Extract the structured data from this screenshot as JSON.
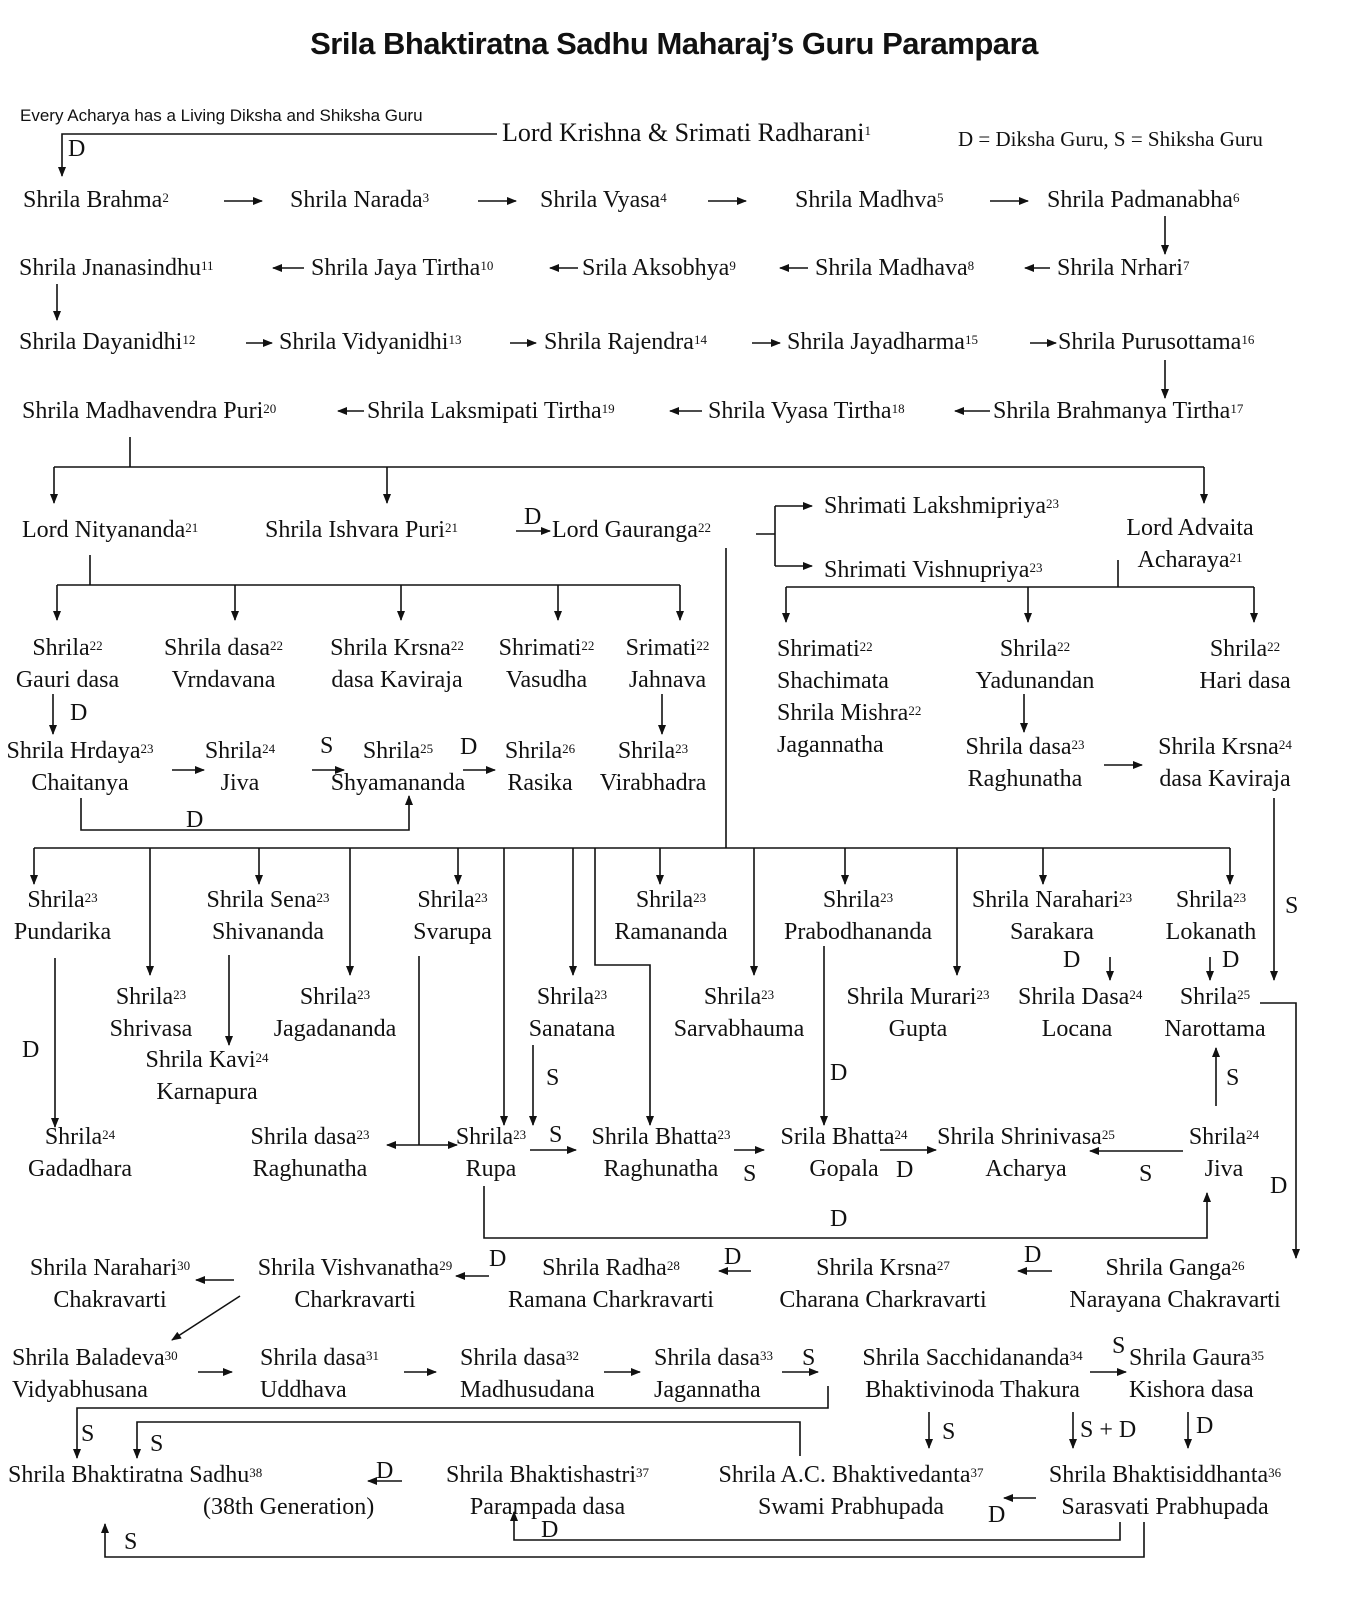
{
  "title": "Srila Bhaktiratna Sadhu Maharaj’s Guru Parampara",
  "note": "Every Acharya has a Living Diksha and Shiksha Guru",
  "legend": "D = Diksha Guru, S = Shiksha Guru",
  "colors": {
    "background": "#ffffff",
    "text": "#111111",
    "lines": "#111111"
  },
  "nodes": {
    "krishna": {
      "name": "Lord Krishna & Srimati Radharani",
      "gen": "1"
    },
    "brahma": {
      "name": "Shrila Brahma",
      "gen": "2"
    },
    "narada": {
      "name": "Shrila Narada",
      "gen": "3"
    },
    "vyasa": {
      "name": "Shrila Vyasa",
      "gen": "4"
    },
    "madhva": {
      "name": "Shrila Madhva",
      "gen": "5"
    },
    "padmanabha": {
      "name": "Shrila Padmanabha",
      "gen": "6"
    },
    "nrhari": {
      "name": "Shrila Nrhari",
      "gen": "7"
    },
    "madhava": {
      "name": "Shrila Madhava",
      "gen": "8"
    },
    "aksobhya": {
      "name": "Srila Aksobhya",
      "gen": "9"
    },
    "jayatirtha": {
      "name": "Shrila Jaya Tirtha",
      "gen": "10"
    },
    "jnanasindhu": {
      "name": "Shrila Jnanasindhu",
      "gen": "11"
    },
    "dayanidhi": {
      "name": "Shrila Dayanidhi",
      "gen": "12"
    },
    "vidyanidhi": {
      "name": "Shrila Vidyanidhi",
      "gen": "13"
    },
    "rajendra": {
      "name": "Shrila Rajendra",
      "gen": "14"
    },
    "jayadharma": {
      "name": "Shrila Jayadharma",
      "gen": "15"
    },
    "purusottama": {
      "name": "Shrila Purusottama",
      "gen": "16"
    },
    "brahmanya": {
      "name": "Shrila Brahmanya Tirtha",
      "gen": "17"
    },
    "vyasatirtha": {
      "name": "Shrila Vyasa Tirtha",
      "gen": "18"
    },
    "laksmipati": {
      "name": "Shrila Laksmipati Tirtha",
      "gen": "19"
    },
    "madhavendra": {
      "name": "Shrila Madhavendra Puri",
      "gen": "20"
    },
    "nityananda": {
      "name": "Lord Nityananda",
      "gen": "21"
    },
    "ishvara": {
      "name": "Shrila Ishvara Puri",
      "gen": "21"
    },
    "gauranga": {
      "name": "Lord Gauranga",
      "gen": "22"
    },
    "lakshmipriya": {
      "name": "Shrimati Lakshmipriya",
      "gen": "23"
    },
    "vishnupriya": {
      "name": "Shrimati Vishnupriya",
      "gen": "23"
    },
    "advaita": {
      "line1": "Lord Advaita",
      "line2": "Acharaya",
      "gen": "21"
    },
    "gauridasa": {
      "line1": "Shrila",
      "line2": "Gauri dasa",
      "gen": "22"
    },
    "vrndavana": {
      "line1": "Shrila dasa",
      "line2": "Vrndavana",
      "gen": "22"
    },
    "krsnadasa22": {
      "line1": "Shrila Krsna",
      "line2": "dasa Kaviraja",
      "gen": "22"
    },
    "vasudha": {
      "line1": "Shrimati",
      "line2": "Vasudha",
      "gen": "22"
    },
    "jahnava": {
      "line1": "Srimati",
      "line2": "Jahnava",
      "gen": "22"
    },
    "shachimata": {
      "line1": "Shrimati",
      "line2": "Shachimata",
      "line3": "Shrila Mishra",
      "line4": "Jagannatha",
      "gen": "22",
      "gen2": "22"
    },
    "yadunandan": {
      "line1": "Shrila",
      "line2": "Yadunandan",
      "gen": "22"
    },
    "haridasa": {
      "line1": "Shrila",
      "line2": "Hari dasa",
      "gen": "22"
    },
    "hrdaya": {
      "line1": "Shrila Hrdaya",
      "line2": "Chaitanya",
      "gen": "23"
    },
    "jiva24a": {
      "line1": "Shrila",
      "line2": "Jiva",
      "gen": "24"
    },
    "shyamananda": {
      "line1": "Shrila",
      "line2": "Shyamananda",
      "gen": "25"
    },
    "rasika": {
      "line1": "Shrila",
      "line2": "Rasika",
      "gen": "26"
    },
    "virabhadra": {
      "line1": "Shrila",
      "line2": "Virabhadra",
      "gen": "23"
    },
    "raghunathadasa23a": {
      "line1": "Shrila dasa",
      "line2": "Raghunatha",
      "gen": "23"
    },
    "krsnadasa24": {
      "line1": "Shrila Krsna",
      "line2": "dasa Kaviraja",
      "gen": "24"
    },
    "pundarika": {
      "line1": "Shrila",
      "line2": "Pundarika",
      "gen": "23"
    },
    "shivananda": {
      "line1": "Shrila Sena",
      "line2": "Shivananda",
      "gen": "23"
    },
    "svarupa": {
      "line1": "Shrila",
      "line2": "Svarupa",
      "gen": "23"
    },
    "ramananda": {
      "line1": "Shrila",
      "line2": "Ramananda",
      "gen": "23"
    },
    "prabodhananda": {
      "line1": "Shrila",
      "line2": "Prabodhananda",
      "gen": "23"
    },
    "narahari23": {
      "line1": "Shrila Narahari",
      "line2": "Sarakara",
      "gen": "23"
    },
    "lokanath": {
      "line1": "Shrila",
      "line2": "Lokanath",
      "gen": "23"
    },
    "shrivasa": {
      "line1": "Shrila",
      "line2": "Shrivasa",
      "gen": "23"
    },
    "jagadananda": {
      "line1": "Shrila",
      "line2": "Jagadananda",
      "gen": "23"
    },
    "karnapura": {
      "line1": "Shrila Kavi",
      "line2": "Karnapura",
      "gen": "24"
    },
    "sanatana": {
      "line1": "Shrila",
      "line2": "Sanatana",
      "gen": "23"
    },
    "sarvabhauma": {
      "line1": "Shrila",
      "line2": "Sarvabhauma",
      "gen": "23"
    },
    "murari": {
      "line1": "Shrila Murari",
      "line2": "Gupta",
      "gen": "23"
    },
    "locana": {
      "line1": "Shrila Dasa",
      "line2": "Locana",
      "gen": "24"
    },
    "narottama": {
      "line1": "Shrila",
      "line2": "Narottama",
      "gen": "25"
    },
    "gadadhara": {
      "line1": "Shrila",
      "line2": "Gadadhara",
      "gen": "24"
    },
    "raghunathadasa23b": {
      "line1": "Shrila dasa",
      "line2": "Raghunatha",
      "gen": "23"
    },
    "rupa": {
      "line1": "Shrila",
      "line2": "Rupa",
      "gen": "23"
    },
    "raghunathabhatta": {
      "line1": "Shrila Bhatta",
      "line2": "Raghunatha",
      "gen": "23"
    },
    "gopalabhatta": {
      "line1": "Srila Bhatta",
      "line2": "Gopala",
      "gen": "24"
    },
    "shrinivasa": {
      "line1": "Shrila Shrinivasa",
      "line2": "Acharya",
      "gen": "25"
    },
    "jiva24b": {
      "line1": "Shrila",
      "line2": "Jiva",
      "gen": "24"
    },
    "narahari30": {
      "line1": "Shrila Narahari",
      "line2": "Chakravarti",
      "gen": "30"
    },
    "vishvanatha": {
      "line1": "Shrila Vishvanatha",
      "line2": "Charkravarti",
      "gen": "29"
    },
    "radharamana": {
      "line1": "Shrila Radha",
      "line2": "Ramana Charkravarti",
      "gen": "28"
    },
    "krsnacharana": {
      "line1": "Shrila Krsna",
      "line2": "Charana Charkravarti",
      "gen": "27"
    },
    "ganganarayana": {
      "line1": "Shrila Ganga",
      "line2": "Narayana Chakravarti",
      "gen": "26"
    },
    "baladeva": {
      "line1": "Shrila Baladeva",
      "line2": "Vidyabhusana",
      "gen": "30"
    },
    "uddhava": {
      "line1": "Shrila dasa",
      "line2": "Uddhava",
      "gen": "31"
    },
    "madhusudana": {
      "line1": "Shrila dasa",
      "line2": "Madhusudana",
      "gen": "32"
    },
    "jagannathadasa": {
      "line1": "Shrila dasa",
      "line2": "Jagannatha",
      "gen": "33"
    },
    "bhaktivinoda": {
      "line1": "Shrila Sacchidananda",
      "line2": "Bhaktivinoda Thakura",
      "gen": "34"
    },
    "gaurakishora": {
      "line1": "Shrila Gaura",
      "line2": "Kishora dasa",
      "gen": "35"
    },
    "bhaktiratna": {
      "line1": "Shrila Bhaktiratna Sadhu",
      "line2": "(38th Generation)",
      "gen": "38"
    },
    "bhaktishastri": {
      "line1": "Shrila Bhaktishastri",
      "line2": "Parampada dasa",
      "gen": "37"
    },
    "prabhupada": {
      "line1": "Shrila A.C. Bhaktivedanta",
      "line2": "Swami Prabhupada",
      "gen": "37"
    },
    "bhaktisiddhanta": {
      "line1": "Shrila Bhaktisiddhanta",
      "line2": "Sarasvati Prabhupada",
      "gen": "36"
    }
  },
  "edge_labels": {
    "D": "D",
    "S": "S",
    "SD": "S + D"
  }
}
